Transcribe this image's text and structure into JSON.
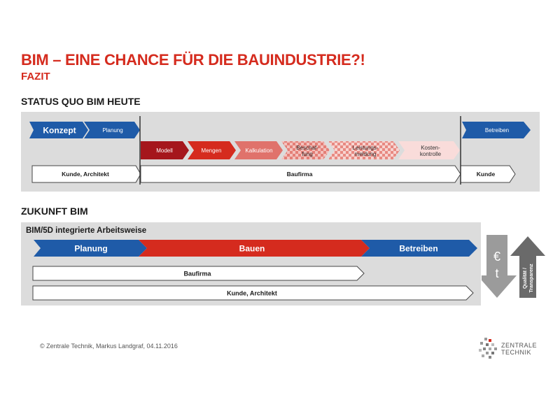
{
  "header": {
    "title": "BIM – EINE CHANCE FÜR DIE BAUINDUSTRIE?!",
    "subtitle": "FAZIT"
  },
  "status_quo": {
    "heading": "STATUS QUO BIM HEUTE",
    "top_arrows": [
      "Konzept",
      "Planung",
      "Betreiben"
    ],
    "steps": [
      {
        "label": "Modell",
        "line2": ""
      },
      {
        "label": "Mengen",
        "line2": ""
      },
      {
        "label": "Kalkulation",
        "line2": ""
      },
      {
        "label": "Beschaf-",
        "line2": "fung"
      },
      {
        "label": "Leistungs-",
        "line2": "meldung"
      },
      {
        "label": "Kosten-",
        "line2": "kontrolle"
      }
    ],
    "roles": [
      "Kunde, Architekt",
      "Baufirma",
      "Kunde"
    ]
  },
  "zukunft": {
    "heading": "ZUKUNFT BIM",
    "box_title": "BIM/5D integrierte Arbeitsweise",
    "phases": [
      "Planung",
      "Bauen",
      "Betreiben"
    ],
    "roles": [
      "Baufirma",
      "Kunde, Architekt"
    ],
    "down_arrow_symbols": [
      "€",
      "t"
    ],
    "up_arrow_label_line1": "Qualität /",
    "up_arrow_label_line2": "Transparenz"
  },
  "footer": {
    "copyright": "© Zentrale Technik, Markus Landgraf, 04.11.2016",
    "logo_line1": "ZENTRALE",
    "logo_line2": "TECHNIK"
  },
  "colors": {
    "brand_red": "#d52b1e",
    "brand_blue": "#1f5ba8",
    "panel_gray": "#dcdcdc",
    "dark_red": "#a5161c",
    "arrow_gray": "#9b9b9b",
    "arrow_dark_gray": "#6a6a6a"
  }
}
